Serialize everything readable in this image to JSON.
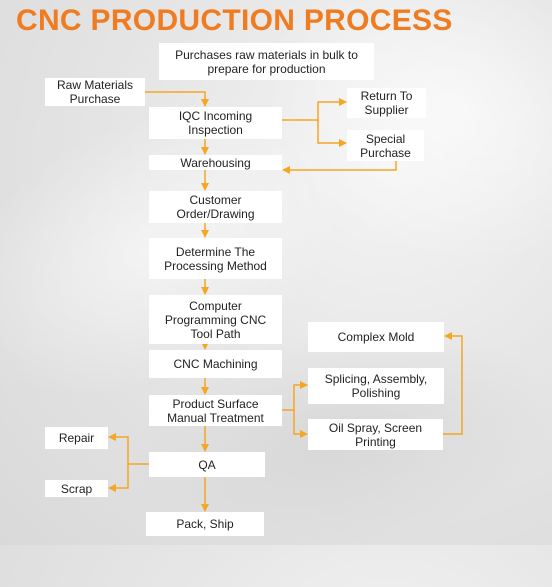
{
  "title": "CNC PRODUCTION PROCESS",
  "steps": {
    "purchases_bulk": "Purchases raw materials in bulk to prepare for production",
    "raw_materials": "Raw Materials Purchase",
    "iqc": "IQC Incoming Inspection",
    "return_supplier": "Return To Supplier",
    "special_purchase": "Special Purchase",
    "warehousing": "Warehousing",
    "customer_order": "Customer Order/Drawing",
    "determine_method": "Determine The Processing Method",
    "programming": "Computer Programming CNC Tool Path",
    "cnc_machining": "CNC Machining",
    "complex_mold": "Complex Mold",
    "splicing": "Splicing, Assembly, Polishing",
    "surface_treatment": "Product Surface Manual Treatment",
    "oil_spray": "Oil Spray, Screen Printing",
    "repair": "Repair",
    "qa": "QA",
    "scrap": "Scrap",
    "pack_ship": "Pack, Ship"
  },
  "colors": {
    "title": "#f07c22",
    "arrow": "#f5a623"
  }
}
